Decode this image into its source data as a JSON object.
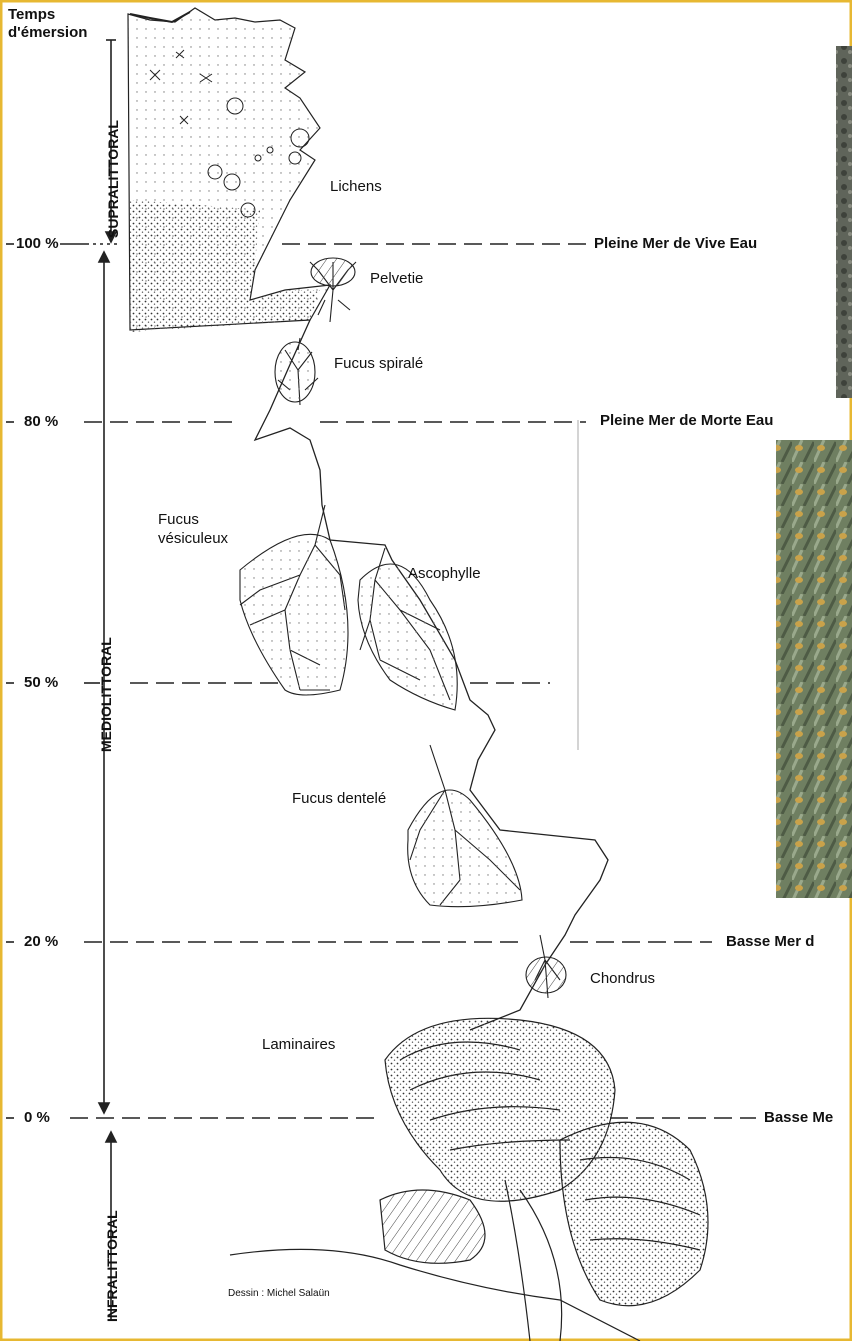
{
  "title": {
    "line1": "Temps",
    "line2": "d'émersion"
  },
  "zones": {
    "supra": "SUPRALITTORAL",
    "medio": "MEDIOLITTORAL",
    "infra": "INFRALITTORAL"
  },
  "percents": {
    "p100": "100 %",
    "p80": "80 %",
    "p50": "50 %",
    "p20": "20 %",
    "p0": "0 %"
  },
  "tides": {
    "pmve": "Pleine Mer de Vive Eau",
    "pmme": "Pleine Mer de Morte Eau",
    "bmme": "Basse Mer d",
    "bmve": "Basse Me"
  },
  "algae": {
    "lichens": "Lichens",
    "pelvetie": "Pelvetie",
    "fucus_spirale": "Fucus spiralé",
    "fucus_vesic_1": "Fucus",
    "fucus_vesic_2": "vésiculeux",
    "ascophylle": "Ascophylle",
    "fucus_dentele": "Fucus dentelé",
    "chondrus": "Chondrus",
    "laminaires": "Laminaires"
  },
  "credit": "Dessin : Michel Salaün",
  "colors": {
    "frame": "#e7b832",
    "photo1": "#5d6258",
    "photo2": "#7a8a6c"
  }
}
